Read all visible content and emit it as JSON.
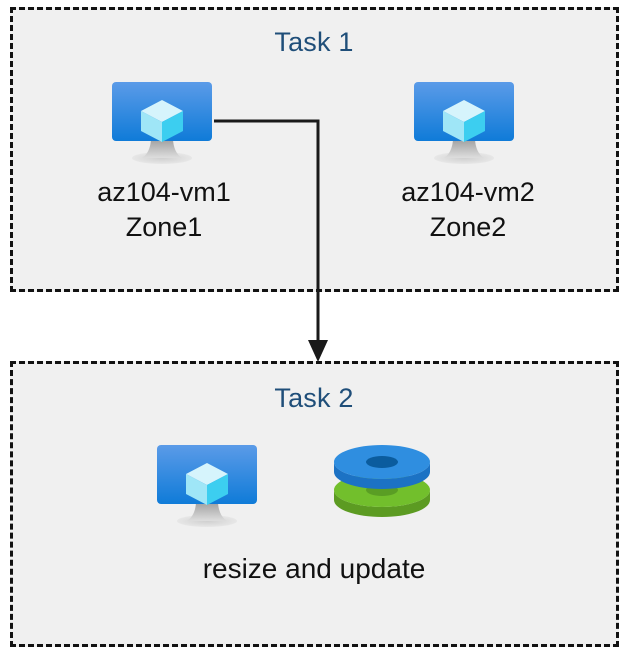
{
  "diagram": {
    "title_color": "#1f4e79",
    "label_color": "#111111",
    "box_fill": "#f0f0f0",
    "box_border_color": "#121212",
    "connector_color": "#1a1a1a",
    "canvas_background": "#ffffff",
    "tasks": [
      {
        "id": "task1",
        "title": "Task 1",
        "nodes": [
          {
            "id": "vm1",
            "icon": "virtual-machine-icon",
            "label_line1": "az104-vm1",
            "label_line2": "Zone1"
          },
          {
            "id": "vm2",
            "icon": "virtual-machine-icon",
            "label_line1": "az104-vm2",
            "label_line2": "Zone2"
          }
        ]
      },
      {
        "id": "task2",
        "title": "Task 2",
        "caption": "resize and update",
        "nodes": [
          {
            "id": "vm3",
            "icon": "virtual-machine-icon"
          },
          {
            "id": "disks",
            "icon": "managed-disks-icon"
          }
        ]
      }
    ],
    "connector": {
      "from": "vm1",
      "to": "task2",
      "arrow": "down-arrowhead"
    },
    "palette": {
      "vm_screen_top": "#5b9be8",
      "vm_screen_bottom": "#0f7bd8",
      "vm_cube_top": "#c9f0fb",
      "vm_cube_left": "#8fe1f5",
      "vm_cube_right": "#3ccef0",
      "vm_stand": "#b6b6b6",
      "disk_blue_top": "#2f8ee0",
      "disk_blue_side": "#1c72c4",
      "disk_blue_hole": "#0b5c9e",
      "disk_green_top": "#72bf2c",
      "disk_green_side": "#5c9b22",
      "disk_green_hole": "#5a9e24"
    }
  }
}
